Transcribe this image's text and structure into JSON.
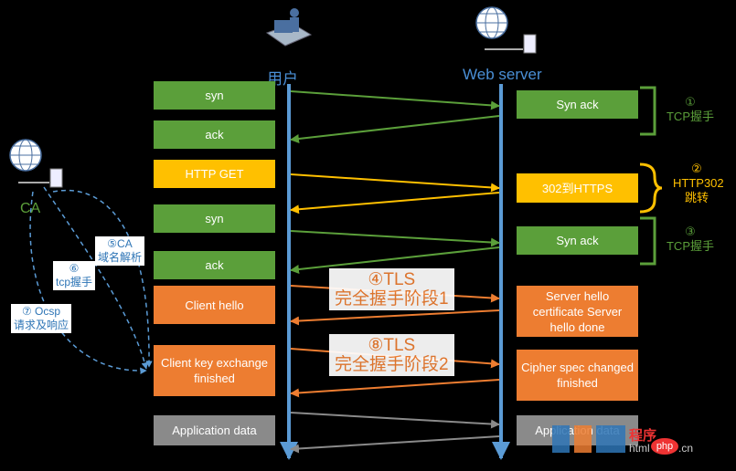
{
  "header": {
    "client_title": "用户",
    "server_title": "Web server",
    "ca_label": "CA"
  },
  "left_boxes": [
    {
      "label": "syn",
      "color": "green"
    },
    {
      "label": "ack",
      "color": "green"
    },
    {
      "label": "HTTP GET",
      "color": "yellow"
    },
    {
      "label": "syn",
      "color": "green"
    },
    {
      "label": "ack",
      "color": "green"
    },
    {
      "label": "Client hello",
      "color": "orange"
    },
    {
      "label": "Client key exchange finished",
      "color": "orange"
    },
    {
      "label": "Application data",
      "color": "gray"
    }
  ],
  "right_boxes": [
    {
      "label": "Syn ack",
      "color": "green"
    },
    {
      "label": "302到HTTPS",
      "color": "yellow"
    },
    {
      "label": "Syn ack",
      "color": "green"
    },
    {
      "label": "Server hello certificate Server hello done",
      "color": "orange"
    },
    {
      "label": "Cipher spec changed finished",
      "color": "orange"
    },
    {
      "label": "Application data",
      "color": "gray"
    }
  ],
  "steps": [
    {
      "number": "①",
      "label": "TCP握手",
      "color": "green"
    },
    {
      "number": "②",
      "label": "HTTP302 跳转",
      "color": "yellow"
    },
    {
      "number": "③",
      "label": "TCP握手",
      "color": "green"
    }
  ],
  "tls_phases": [
    {
      "line1": "④TLS",
      "line2": "完全握手阶段1"
    },
    {
      "line1": "⑧TLS",
      "line2": "完全握手阶段2"
    }
  ],
  "ca_annotations": [
    {
      "line1": "⑤CA",
      "line2": "域名解析"
    },
    {
      "line1": "⑥",
      "line2": "tcp握手"
    },
    {
      "line1": "⑦ Ocsp",
      "line2": "请求及响应"
    }
  ],
  "watermark": {
    "text1": "程序",
    "text2": "html",
    "text3": ".cn",
    "badge": "php"
  },
  "colors": {
    "green": "#5b9f3a",
    "yellow": "#ffc000",
    "orange": "#ed7d31",
    "gray": "#8a8a8a",
    "blue": "#4a8fd6"
  }
}
